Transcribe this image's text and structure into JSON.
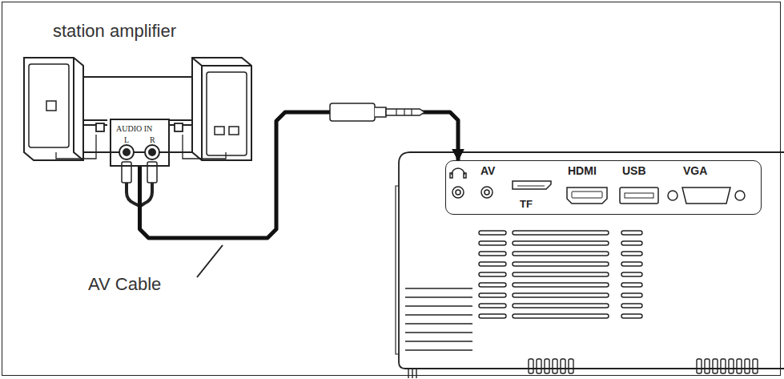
{
  "diagram": {
    "nodes": [
      {
        "text": [
          "AUDIO IN",
          "L",
          "R"
        ]
      },
      {
        "text": [
          "AV",
          "TF",
          "HDMI",
          "USB",
          "VGA"
        ]
      }
    ],
    "edges": [
      {
        "from": 0,
        "to": 1,
        "arrow": "to"
      }
    ],
    "labels": [
      "station amplifier",
      "AV Cable"
    ]
  }
}
